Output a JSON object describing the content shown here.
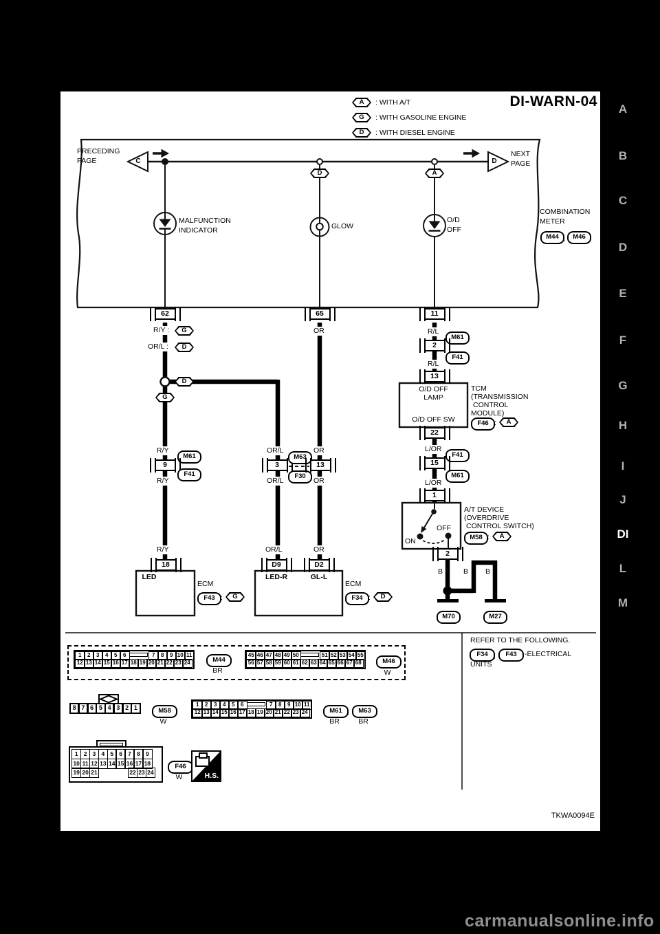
{
  "page": {
    "title": "DI-WARN-04",
    "figure_id": "TKWA0094E",
    "watermark": "carmanualsonline.info"
  },
  "legend": {
    "a_tag": "A",
    "a_text": ": WITH A/T",
    "g_tag": "G",
    "g_text": ": WITH GASOLINE ENGINE",
    "d_tag": "D",
    "d_text": ": WITH DIESEL ENGINE"
  },
  "sidebar": {
    "letters": [
      "A",
      "B",
      "C",
      "D",
      "E",
      "F",
      "G",
      "H",
      "I",
      "J",
      "DI",
      "L",
      "M"
    ]
  },
  "meter": {
    "preceding1": "PRECEDING",
    "preceding2": "PAGE",
    "prev_tag": "C",
    "next1": "NEXT",
    "next2": "PAGE",
    "next_tag": "D",
    "tap_d": "D",
    "tap_a": "A",
    "ind1a": "MALFUNCTION",
    "ind1b": "INDICATOR",
    "ind2": "GLOW",
    "ind3a": "O/D",
    "ind3b": "OFF",
    "name1": "COMBINATION",
    "name2": "METER",
    "conn1": "M44",
    "comma": ",",
    "conn2": "M46"
  },
  "left": {
    "pin_top": "62",
    "w1": "R/Y :",
    "w1_tag": "G",
    "w2": "OR/L :",
    "w2_tag": "D",
    "split_tag": "D",
    "gas_tag": "G",
    "w3": "R/Y",
    "c_top": "M61",
    "pin_mid": "9",
    "c_bot": "F41",
    "w4": "R/Y",
    "w5": "R/Y",
    "pin_ecm": "18",
    "ecm_label": "LED",
    "ecm": "ECM",
    "ecm_conn": "F43",
    "colon": ":",
    "ecm_tag": "G"
  },
  "mid": {
    "w1": "OR/L",
    "pin": "3",
    "w2": "OR/L",
    "w3": "OR/L",
    "j_top": "M63",
    "j_bot": "F30",
    "pin_ecm": "D9",
    "ecm_label": "LED-R",
    "ecm": "ECM",
    "ecm_conn": "F34",
    "colon": ":",
    "ecm_tag": "D"
  },
  "glow": {
    "pin_top": "65",
    "w1": "OR",
    "pin": "13",
    "w2": "OR",
    "w3": "OR",
    "pin_ecm": "D2",
    "ecm_label": "GL-L"
  },
  "right": {
    "pin_top": "11",
    "w1": "R/L",
    "c1_top": "M61",
    "pin1": "2",
    "c1_bot": "F41",
    "w2": "R/L",
    "tcm_pin_top": "13",
    "tcm_l1": "O/D OFF",
    "tcm_l2": "LAMP",
    "tcm_sw": "O/D OFF SW",
    "tcm_pin_bot": "22",
    "tcm_n1": "TCM",
    "tcm_n2": "(TRANSMISSION",
    "tcm_n3": "CONTROL",
    "tcm_n4": "MODULE)",
    "tcm_conn": "F46",
    "colon1": ":",
    "tcm_tag": "A",
    "w3": "L/OR",
    "c2_top": "F41",
    "pin2": "15",
    "c2_bot": "M61",
    "w4": "L/OR",
    "atd_pin_top": "1",
    "on": "ON",
    "off": "OFF",
    "atd_n1": "A/T DEVICE",
    "atd_n2": "(OVERDRIVE",
    "atd_n3": "CONTROL SWITCH)",
    "atd_conn": "M58",
    "colon2": ":",
    "atd_tag": "A",
    "atd_pin_bot": "2",
    "b1": "B",
    "b2": "B",
    "b3": "B",
    "gnd1": "M70",
    "gnd2": "M27"
  },
  "footer": {
    "m44": {
      "row1a": [
        1,
        2,
        3,
        4,
        5,
        6
      ],
      "row1b": [
        7,
        8,
        9,
        10,
        11
      ],
      "row2": [
        12,
        13,
        14,
        15,
        16,
        17,
        18,
        19,
        20,
        21,
        22,
        23,
        24
      ],
      "id": "M44",
      "color": "BR"
    },
    "m46": {
      "row1a": [
        45,
        46,
        47,
        48,
        49,
        50
      ],
      "row1b": [
        51,
        52,
        53,
        54,
        55
      ],
      "row2": [
        56,
        57,
        58,
        59,
        60,
        61,
        62,
        63,
        64,
        65,
        66,
        67,
        68
      ],
      "id": "M46",
      "color": "W"
    },
    "m58": {
      "row": [
        8,
        7,
        6,
        5,
        4,
        3,
        2,
        1
      ],
      "id": "M58",
      "color": "W"
    },
    "m61m63": {
      "row1a": [
        1,
        2,
        3,
        4,
        5,
        6
      ],
      "row1b": [
        7,
        8,
        9,
        10,
        11
      ],
      "row2": [
        12,
        13,
        14,
        15,
        16,
        17,
        18,
        19,
        20,
        21,
        22,
        23,
        24
      ],
      "id1": "M61",
      "comma": ",",
      "id2": "M63",
      "color1": "BR",
      "color2": "BR"
    },
    "f46": {
      "row1": [
        1,
        2,
        3,
        4,
        5,
        6,
        7,
        8,
        9
      ],
      "row2": [
        10,
        11,
        12,
        13,
        14,
        15,
        16,
        17,
        18
      ],
      "row3a": [
        19,
        20,
        21
      ],
      "row3b": [
        22,
        23,
        24
      ],
      "id": "F46",
      "color": "W"
    },
    "hs": "H.S.",
    "refer1": "REFER TO THE FOLLOWING.",
    "refer_c1": "F34",
    "refer_comma": ",",
    "refer_c2": "F43",
    "refer_t": "-ELECTRICAL",
    "refer2": "UNITS"
  }
}
